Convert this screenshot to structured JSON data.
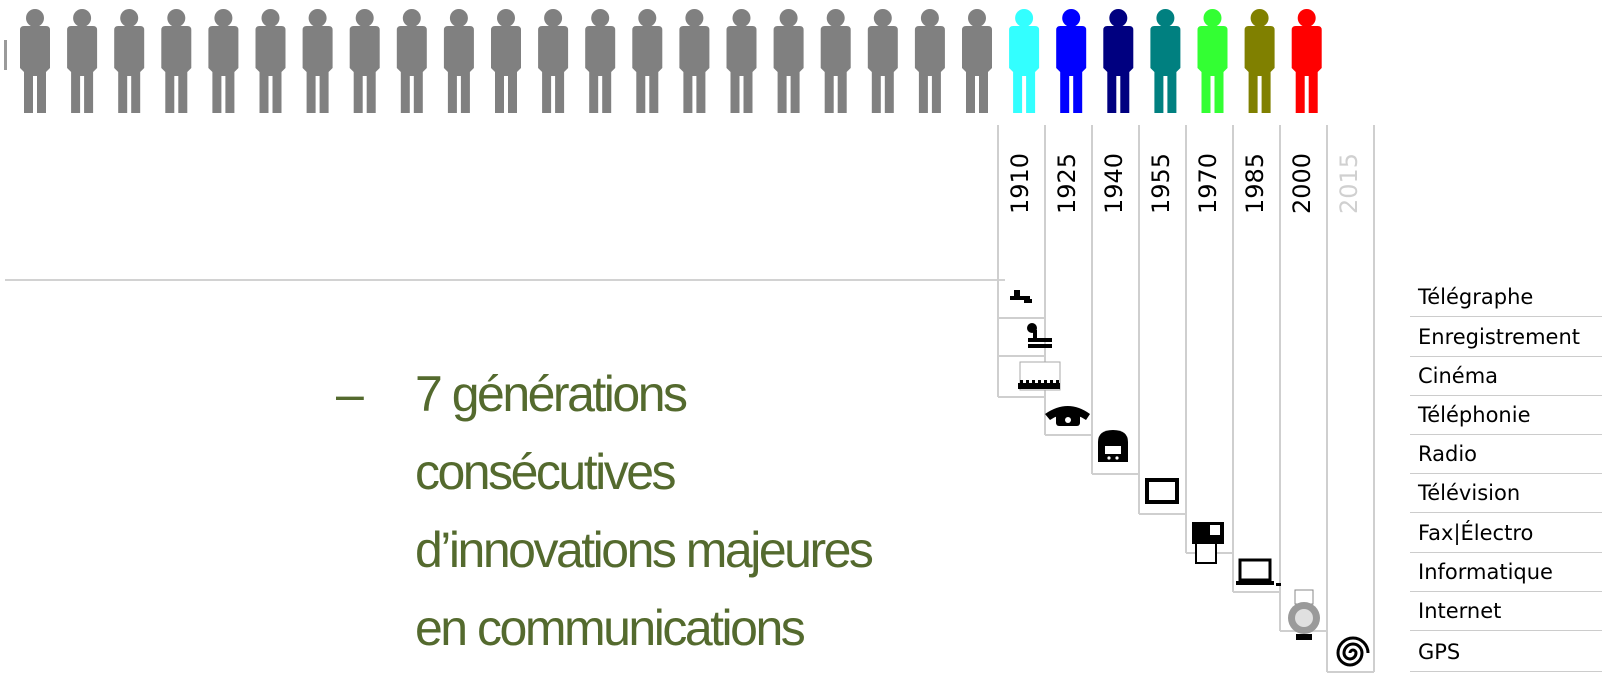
{
  "people": {
    "gray_count": 21,
    "gray_color": "#808080",
    "colored": [
      {
        "color": "#33ffff"
      },
      {
        "color": "#0000ff"
      },
      {
        "color": "#000080"
      },
      {
        "color": "#008080"
      },
      {
        "color": "#33ff33"
      },
      {
        "color": "#808000"
      },
      {
        "color": "#ff0000"
      }
    ]
  },
  "years": [
    {
      "label": "1910",
      "color": "#000000"
    },
    {
      "label": "1925",
      "color": "#000000"
    },
    {
      "label": "1940",
      "color": "#000000"
    },
    {
      "label": "1955",
      "color": "#000000"
    },
    {
      "label": "1970",
      "color": "#000000"
    },
    {
      "label": "1985",
      "color": "#000000"
    },
    {
      "label": "2000",
      "color": "#000000"
    },
    {
      "label": "2015",
      "color": "#d0d0d0"
    }
  ],
  "technologies": [
    {
      "label": "Télégraphe",
      "icon": "telegraph-icon"
    },
    {
      "label": "Enregistrement",
      "icon": "phonograph-icon"
    },
    {
      "label": "Cinéma",
      "icon": "film-icon"
    },
    {
      "label": "Téléphonie",
      "icon": "telephone-icon"
    },
    {
      "label": "Radio",
      "icon": "radio-icon"
    },
    {
      "label": "Télévision",
      "icon": "television-icon"
    },
    {
      "label": "Fax|Électro",
      "icon": "fax-icon"
    },
    {
      "label": "Informatique",
      "icon": "laptop-icon"
    },
    {
      "label": "Internet",
      "icon": "internet-ip-icon"
    },
    {
      "label": "GPS",
      "icon": "gps-spiral-icon"
    }
  ],
  "bullet": {
    "dash": "–",
    "lines": [
      "7 générations",
      "consécutives",
      "d’innovations majeures",
      "en communications"
    ]
  }
}
